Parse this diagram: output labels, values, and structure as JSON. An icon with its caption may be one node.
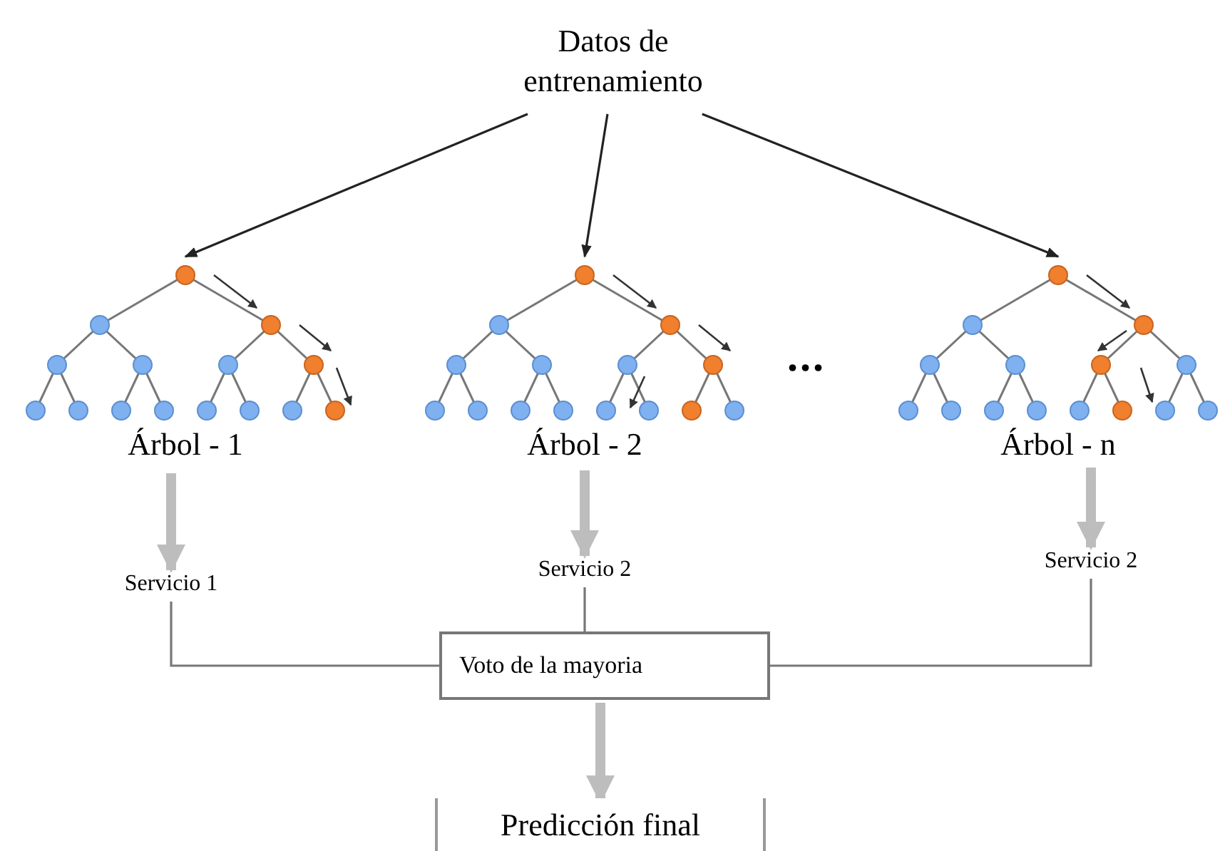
{
  "diagram": {
    "nodes": [
      {
        "text": [
          "Datos de entrenamiento"
        ]
      },
      {
        "text": [
          "Árbol - 1"
        ]
      },
      {
        "text": [
          "Árbol - 2"
        ]
      },
      {
        "text": [
          "Árbol - n"
        ]
      },
      {
        "text": [
          "Servicio 1"
        ]
      },
      {
        "text": [
          "Servicio 2"
        ]
      },
      {
        "text": [
          "Servicio 2"
        ]
      },
      {
        "text": [
          "Voto de la mayoria"
        ]
      },
      {
        "text": [
          "Predicción final"
        ]
      }
    ],
    "edges": [
      {
        "from": 0,
        "to": 1,
        "arrow": "to",
        "color": "#222222"
      },
      {
        "from": 0,
        "to": 2,
        "arrow": "to",
        "color": "#222222"
      },
      {
        "from": 0,
        "to": 3,
        "arrow": "to",
        "color": "#222222"
      },
      {
        "from": 1,
        "to": 4,
        "arrow": "to",
        "style": "thick",
        "color": "#bdbdbd"
      },
      {
        "from": 2,
        "to": 5,
        "arrow": "to",
        "style": "thick",
        "color": "#bdbdbd"
      },
      {
        "from": 3,
        "to": 6,
        "arrow": "to",
        "style": "thick",
        "color": "#bdbdbd"
      },
      {
        "from": 4,
        "to": 7,
        "arrow": "none",
        "color": "#777777"
      },
      {
        "from": 5,
        "to": 7,
        "arrow": "none",
        "color": "#777777"
      },
      {
        "from": 6,
        "to": 7,
        "arrow": "none",
        "color": "#777777"
      },
      {
        "from": 7,
        "to": 8,
        "arrow": "to",
        "style": "thick",
        "color": "#bdbdbd"
      }
    ],
    "labels": [
      "..."
    ]
  }
}
